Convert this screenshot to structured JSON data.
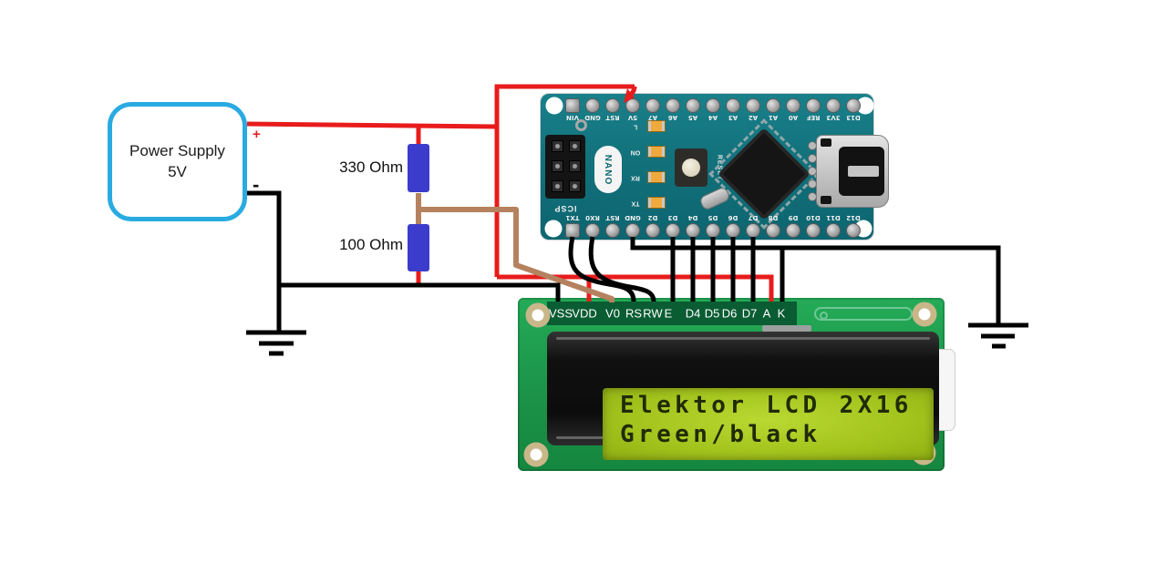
{
  "power_supply": {
    "line1": "Power Supply",
    "line2": "5V",
    "plus": "+",
    "minus": "-"
  },
  "resistors": {
    "r1_label": "330 Ohm",
    "r2_label": "100 Ohm"
  },
  "arduino": {
    "top_pins": [
      "VIN",
      "GND",
      "RST",
      "5V",
      "A7",
      "A6",
      "A5",
      "A4",
      "A3",
      "A2",
      "A1",
      "A0",
      "REF",
      "3V3",
      "D13"
    ],
    "bottom_pins": [
      "TX1",
      "RX0",
      "RST",
      "GND",
      "D2",
      "D3",
      "D4",
      "D5",
      "D6",
      "D7",
      "D8",
      "D9",
      "D10",
      "D11",
      "D12"
    ],
    "icsp_label": "ICSP",
    "nano_label": "NANO",
    "reset_label": "RESET",
    "led_labels": [
      "L",
      "ON",
      "RX",
      "TX"
    ]
  },
  "lcd": {
    "pins": [
      "VSS",
      "VDD",
      "V0",
      "RS",
      "RW",
      "E",
      "D4",
      "D5",
      "D6",
      "D7",
      "A",
      "K"
    ],
    "screen_line1": "Elektor LCD 2X16",
    "screen_line2": "Green/black"
  },
  "colors": {
    "wire_red": "#e81c1c",
    "wire_black": "#000000",
    "wire_brown": "#b5825f",
    "resistor_blue": "#3c3ccc",
    "supply_border": "#29abe2",
    "nano_pcb": "#12737d",
    "lcd_pcb": "#1b9349",
    "lcd_band": "#0a5c33",
    "lcd_screen": "#a5c51e"
  }
}
